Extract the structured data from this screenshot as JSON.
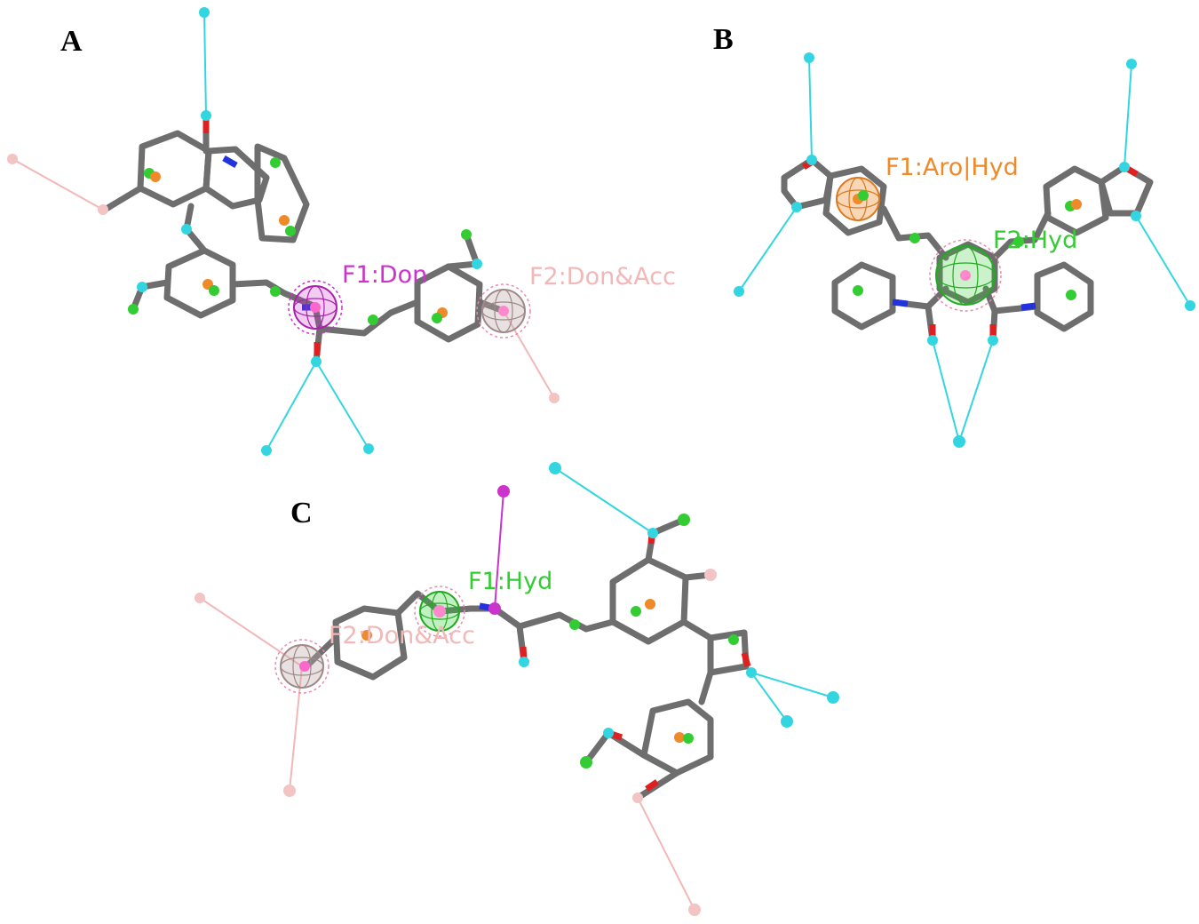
{
  "panels": {
    "A": {
      "label": "A",
      "features": [
        "F1:Don",
        "F2:Don&Acc"
      ]
    },
    "B": {
      "label": "B",
      "features": [
        "F1:Aro|Hyd",
        "F2:Hyd"
      ]
    },
    "C": {
      "label": "C",
      "features": [
        "F1:Hyd",
        "F2:Don&Acc"
      ]
    }
  },
  "colors": {
    "don": "#cc33cc",
    "don_acc": "#f2b8b8",
    "aro_hyd": "#ee8a2a",
    "hyd": "#33cc33",
    "atom_cyan": "#33d6e0",
    "bond_grey": "#6e6e6e",
    "oxygen": "#e02020",
    "nitrogen": "#2233dd"
  }
}
